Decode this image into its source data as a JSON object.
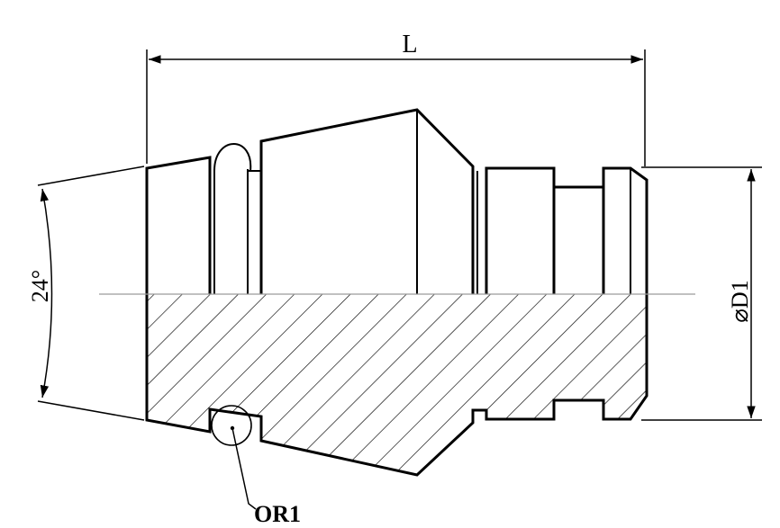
{
  "labels": {
    "length": "L",
    "angle": "24°",
    "diameter": "⌀D1",
    "oring": "OR1"
  },
  "colors": {
    "line": "#000000",
    "centerline": "#9a9a9a",
    "background": "#ffffff"
  }
}
